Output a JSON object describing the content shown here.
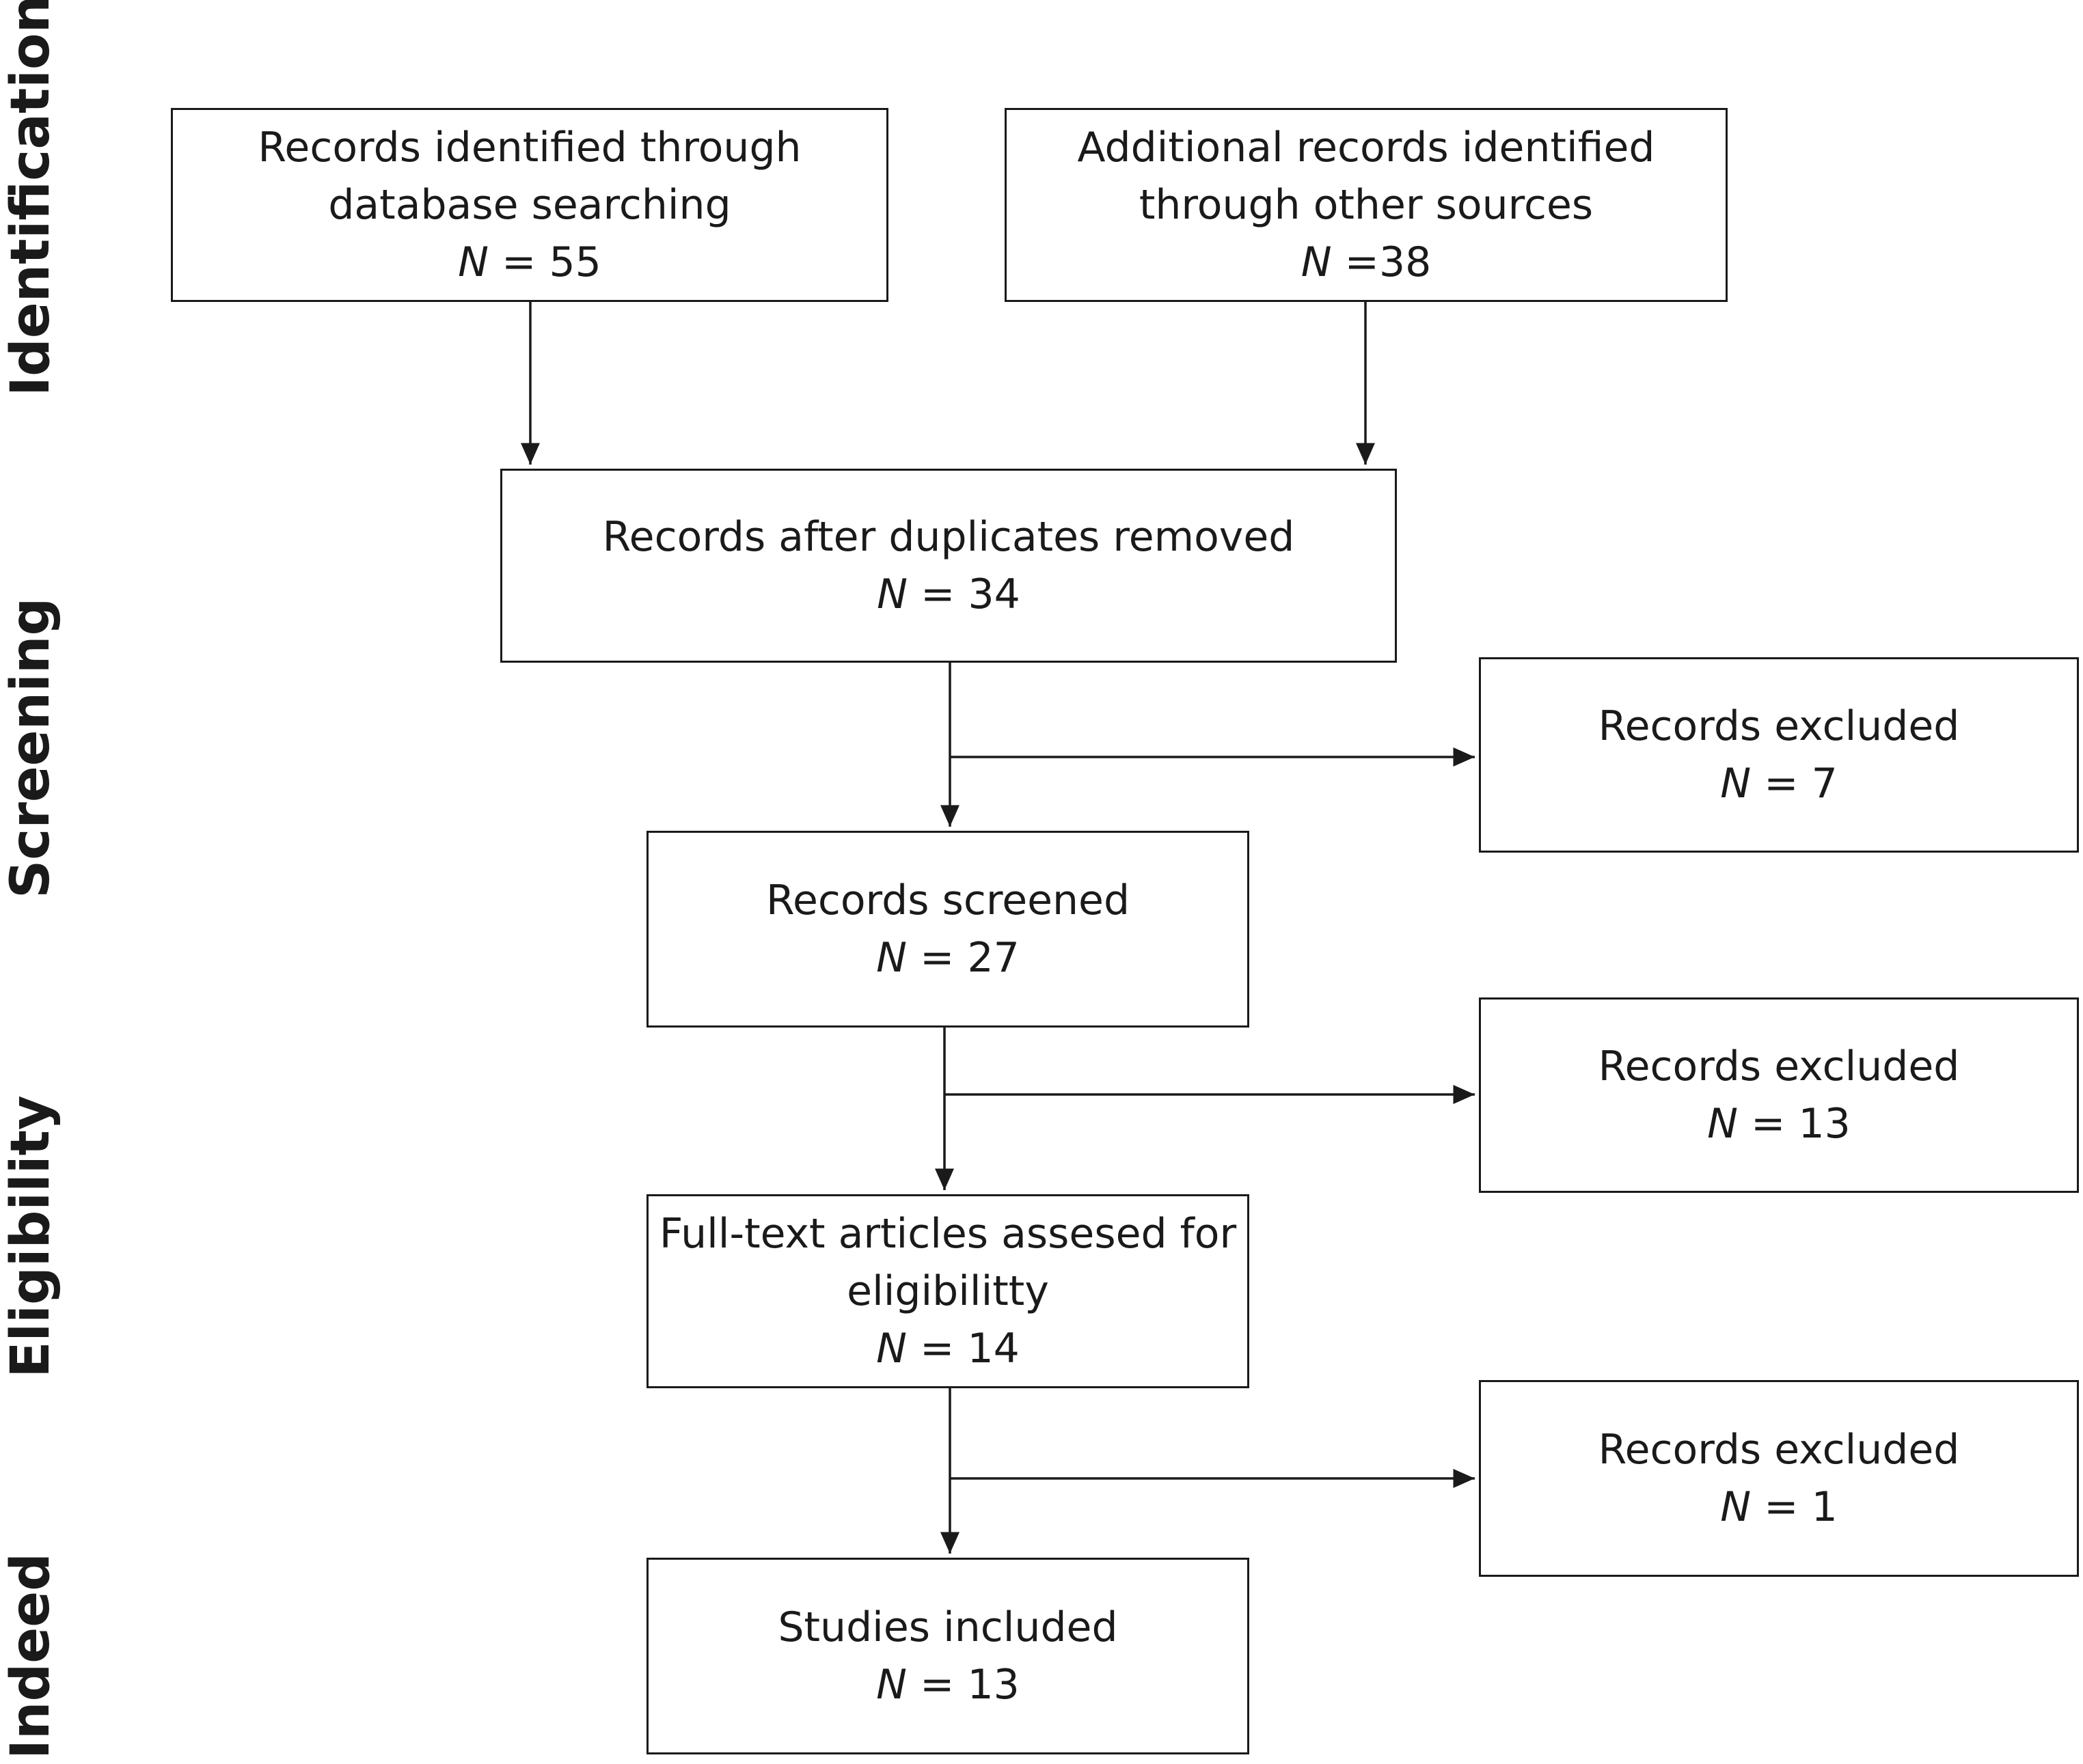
{
  "stages": [
    "Identification",
    "Screening",
    "Eligibility",
    "Indeed"
  ],
  "boxes": {
    "database": {
      "lines": [
        "Records identified through",
        "database searching"
      ],
      "n_label": "N",
      "n_value": "= 55"
    },
    "other": {
      "lines": [
        "Additional records identified",
        "through other sources"
      ],
      "n_label": "N",
      "n_value": "=38"
    },
    "dedup": {
      "lines": [
        "Records after duplicates removed"
      ],
      "n_label": "N",
      "n_value": "= 34"
    },
    "excluded1": {
      "lines": [
        "Records excluded"
      ],
      "n_label": "N",
      "n_value": "= 7"
    },
    "screened": {
      "lines": [
        "Records screened"
      ],
      "n_label": "N",
      "n_value": "= 27"
    },
    "excluded2": {
      "lines": [
        "Records excluded"
      ],
      "n_label": "N",
      "n_value": "= 13"
    },
    "fulltext": {
      "lines": [
        "Full-text articles assesed for",
        "eligibilitty"
      ],
      "n_label": "N",
      "n_value": "= 14"
    },
    "excluded3": {
      "lines": [
        "Records excluded"
      ],
      "n_label": "N",
      "n_value": "= 1"
    },
    "included": {
      "lines": [
        "Studies included"
      ],
      "n_label": "N",
      "n_value": "= 13"
    }
  }
}
